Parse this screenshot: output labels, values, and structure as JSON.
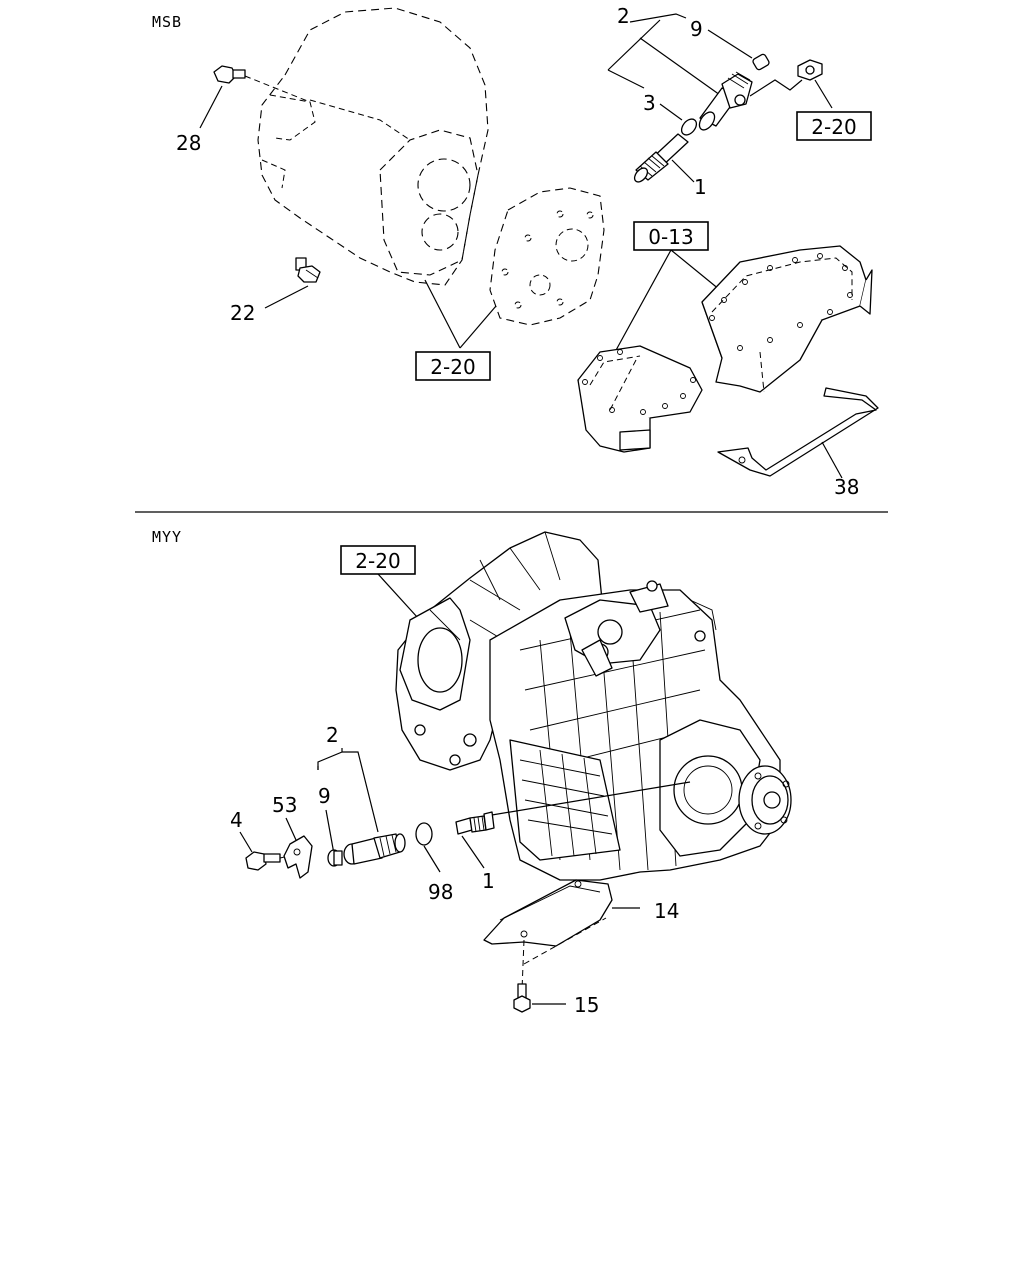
{
  "sections": [
    {
      "id": "msb",
      "label": "MSB"
    },
    {
      "id": "myy",
      "label": "MYY"
    }
  ],
  "msb": {
    "callouts": {
      "c2": "2",
      "c9": "9",
      "c3": "3",
      "c1": "1",
      "c28": "28",
      "c22": "22",
      "c38": "38"
    },
    "references": {
      "ref_speedo_bolt": "2-20",
      "ref_oil_pan": "0-13",
      "ref_housing": "2-20"
    }
  },
  "myy": {
    "callouts": {
      "c2": "2",
      "c9": "9",
      "c53": "53",
      "c4": "4",
      "c98": "98",
      "c1": "1",
      "c14": "14",
      "c15": "15"
    },
    "references": {
      "ref_transmission": "2-20"
    }
  }
}
